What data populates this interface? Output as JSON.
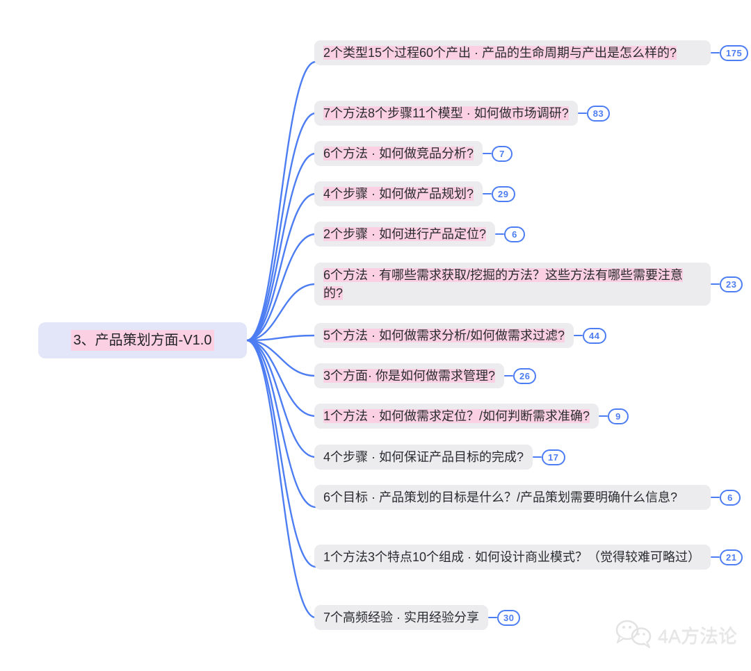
{
  "root": {
    "label": "3、产品策划方面-V1.0"
  },
  "branches": [
    {
      "text": "2个类型15个过程60个产出 · 产品的生命周期与产出是怎么样的?",
      "count": "175",
      "highlighted": true
    },
    {
      "text": "7个方法8个步骤11个模型 · 如何做市场调研?",
      "count": "83",
      "highlighted": true
    },
    {
      "text": "6个方法 · 如何做竞品分析?",
      "count": "7",
      "highlighted": true
    },
    {
      "text": "4个步骤 · 如何做产品规划?",
      "count": "29",
      "highlighted": true
    },
    {
      "text": "2个步骤 · 如何进行产品定位?",
      "count": "6",
      "highlighted": true
    },
    {
      "text": "6个方法 · 有哪些需求获取/挖掘的方法？这些方法有哪些需要注意的?",
      "count": "23",
      "highlighted": true
    },
    {
      "text": "5个方法 · 如何做需求分析/如何做需求过滤?",
      "count": "44",
      "highlighted": true
    },
    {
      "text": "3个方面· 你是如何做需求管理?",
      "count": "26",
      "highlighted": true
    },
    {
      "text": "1个方法 · 如何做需求定位？/如何判断需求准确?",
      "count": "9",
      "highlighted": true
    },
    {
      "text": "4个步骤 · 如何保证产品目标的完成?",
      "count": "17",
      "highlighted": false
    },
    {
      "text": "6个目标 · 产品策划的目标是什么？/产品策划需要明确什么信息?",
      "count": "6",
      "highlighted": false
    },
    {
      "text": "1个方法3个特点10个组成 · 如何设计商业模式？（觉得较难可略过）",
      "count": "21",
      "highlighted": false
    },
    {
      "text": "7个高频经验 · 实用经验分享",
      "count": "30",
      "highlighted": false
    }
  ],
  "watermark": {
    "text": "4A方法论",
    "icon": "wechat-bubbles-icon"
  },
  "colors": {
    "connector_blue": "#4D7DF2",
    "badge_blue": "#4D7DF2",
    "highlight_pink": "#FBD0E2",
    "node_gray": "#ECECEE",
    "root_lavender": "#E2E6F8",
    "text_dark": "#2A2B2E",
    "watermark_gray": "#E6E6E6"
  }
}
